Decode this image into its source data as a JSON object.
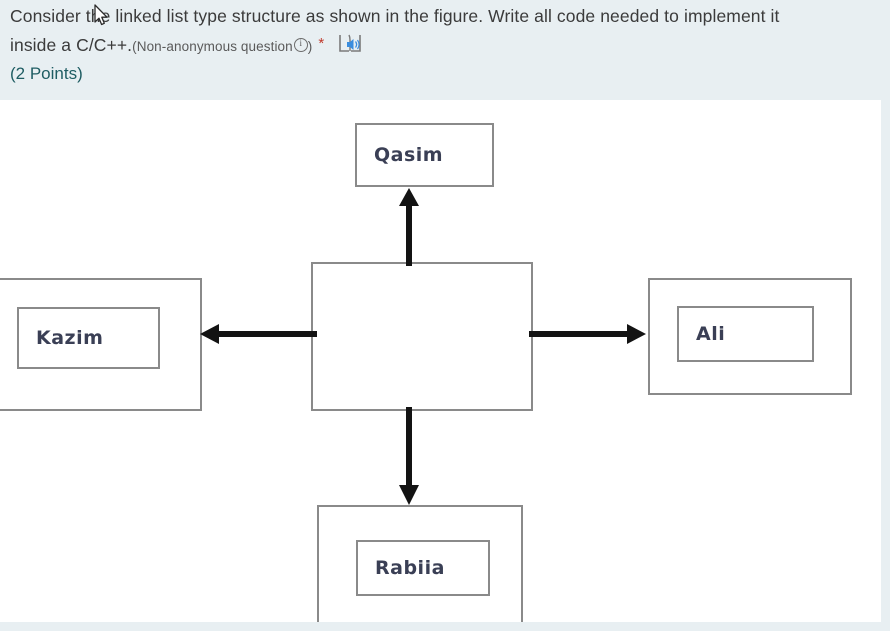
{
  "question": {
    "prompt_line1": "Consider the linked list type structure as shown in the figure. Write all code needed to",
    "prompt_line2": "implement it inside a C/C++.",
    "anonymity_note_open": "(Non-anonymous question",
    "anonymity_note_close": ")",
    "required_marker": "*",
    "points_label": "(2 Points)",
    "read_aloud_icon_name": "immersive-reader-speaker-icon",
    "info_icon_name": "info-circle-icon"
  },
  "diagram": {
    "type": "linked-list-node-diagram",
    "center_node": {
      "label": "",
      "description": "empty head node"
    },
    "nodes": [
      {
        "id": "qasim",
        "label": "Qasim",
        "position": "top"
      },
      {
        "id": "kazim",
        "label": "Kazim",
        "position": "left"
      },
      {
        "id": "ali",
        "label": "Ali",
        "position": "right"
      },
      {
        "id": "rabiia",
        "label": "Rabiia",
        "position": "bottom"
      }
    ],
    "arrows": [
      {
        "id": "arrow-up",
        "from": "center",
        "to": "qasim",
        "direction": "up"
      },
      {
        "id": "arrow-down",
        "from": "center",
        "to": "rabiia",
        "direction": "down"
      },
      {
        "id": "arrow-left",
        "from": "center",
        "to": "kazim",
        "direction": "left"
      },
      {
        "id": "arrow-right",
        "from": "center",
        "to": "ali",
        "direction": "right"
      }
    ]
  },
  "colors": {
    "header_background": "#e8eff2",
    "question_text": "#3b3b3b",
    "points_text": "#1f5d63",
    "required_star": "#c0392b",
    "node_border": "#8a8a8a",
    "node_label_text": "#3a3f55",
    "arrow": "#131313",
    "speaker_icon_blue": "#3a8dde"
  }
}
